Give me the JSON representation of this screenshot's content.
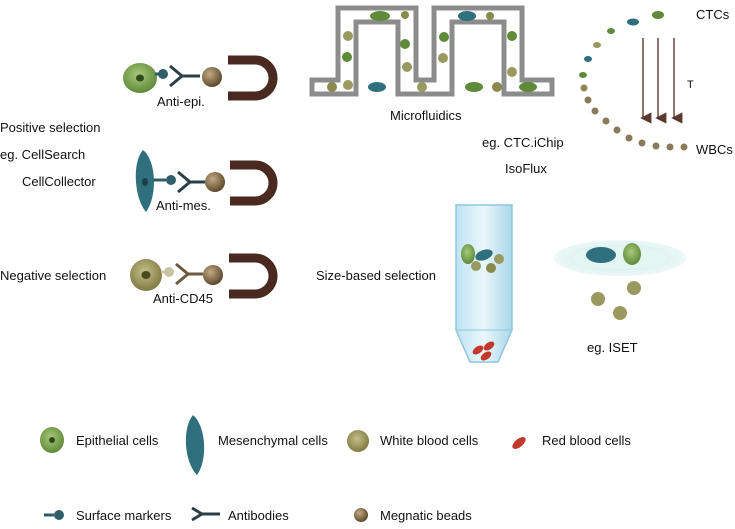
{
  "left_panel": {
    "positive_selection": "Positive selection",
    "positive_example_1": "eg. CellSearch",
    "positive_example_2": "CellCollector",
    "negative_selection": "Negative selection",
    "anti_epi": "Anti-epi.",
    "anti_mes": "Anti-mes.",
    "anti_cd45": "Anti-CD45"
  },
  "microfluidics": {
    "label": "Microfluidics",
    "example_1": "eg. CTC.iChip",
    "example_2": "IsoFlux",
    "ctcs": "CTCs",
    "wbcs": "WBCs",
    "arrow_label": "T"
  },
  "size_based": {
    "label": "Size-based selection",
    "example": "eg. ISET"
  },
  "legend": {
    "epithelial": "Epithelial cells",
    "mesenchymal": "Mesenchymal cells",
    "wbc": "White blood cells",
    "rbc": "Red blood cells",
    "surface_markers": "Surface markers",
    "antibodies": "Antibodies",
    "beads": "Megnatic beads"
  },
  "colors": {
    "epithelial": "#6f9a48",
    "mesenchymal": "#2f6f7e",
    "wbc": "#8a8a4e",
    "bead": "#6b5a3e",
    "magnet": "#4a2a20",
    "rbc": "#c0392b"
  }
}
